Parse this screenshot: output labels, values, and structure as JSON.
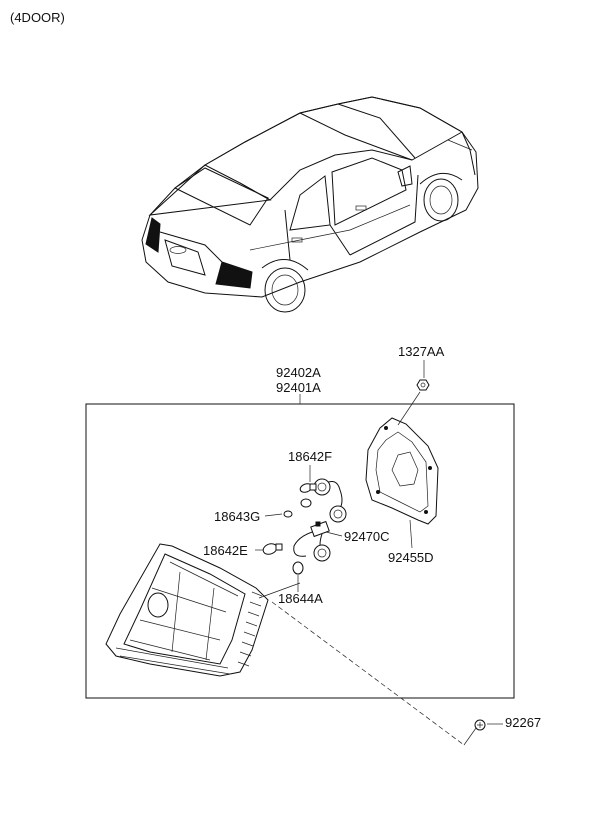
{
  "header": {
    "variant": "(4DOOR)"
  },
  "callouts": [
    {
      "id": "1327AA",
      "label": "1327AA"
    },
    {
      "id": "92402A",
      "label": "92402A"
    },
    {
      "id": "92401A",
      "label": "92401A"
    },
    {
      "id": "18642F",
      "label": "18642F"
    },
    {
      "id": "18643G",
      "label": "18643G"
    },
    {
      "id": "18642E",
      "label": "18642E"
    },
    {
      "id": "92470C",
      "label": "92470C"
    },
    {
      "id": "92455D",
      "label": "92455D"
    },
    {
      "id": "18644A",
      "label": "18644A"
    },
    {
      "id": "92267",
      "label": "92267"
    }
  ]
}
